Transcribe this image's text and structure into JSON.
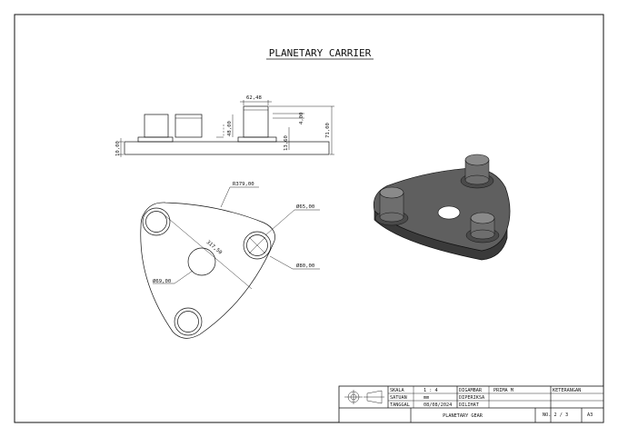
{
  "drawing": {
    "title": "PLANETARY CARRIER",
    "front_view": {
      "dims": {
        "peg_width": "62,48",
        "peg_top": "4,00",
        "overall_height": "71,00",
        "peg_height": "48,00",
        "boss_height": "13,60",
        "base_height": "10,00"
      }
    },
    "top_view": {
      "dims": {
        "outer_radius": "R379,00",
        "hole_diameter": "Ø65,00",
        "boss_diameter": "Ø80,00",
        "center_distance": "317,50",
        "center_hole": "Ø69,00"
      }
    }
  },
  "title_block": {
    "skala_label": "SKALA",
    "skala_value": "1 : 4",
    "satuan_label": "SATUAN",
    "satuan_value": "mm",
    "tanggal_label": "TANGGAL",
    "tanggal_value": "08/08/2024",
    "digambar_label": "DIGAMBAR",
    "digambar_value": "PRIMA M",
    "diperiksa_label": "DIPERIKSA",
    "dilihat_label": "DILIHAT",
    "keterangan_label": "KETERANGAN",
    "part_name": "PLANETARY GEAR",
    "sheet_no": "NO. 2 / 3",
    "paper_size": "A3",
    "projection_symbol": "first-angle-projection-icon"
  },
  "colors": {
    "line": "#111111",
    "body_top": "#5f5f5f",
    "body_side": "#3a3a3a",
    "peg_light": "#8a8a8a"
  }
}
